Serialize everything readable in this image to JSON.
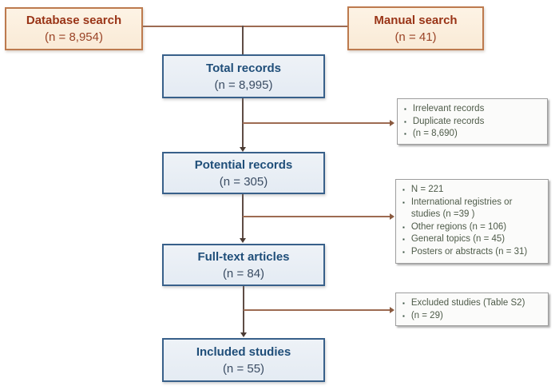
{
  "diagram": {
    "bullet_glyph": "▪",
    "boxes": {
      "database_search": {
        "title": "Database search",
        "count": "(n = 8,954)"
      },
      "manual_search": {
        "title": "Manual search",
        "count": "(n = 41)"
      },
      "total_records": {
        "title": "Total records",
        "count": "(n = 8,995)"
      },
      "potential_records": {
        "title": "Potential records",
        "count": "(n = 305)"
      },
      "full_text_articles": {
        "title": "Full-text articles",
        "count": "(n = 84)"
      },
      "included_studies": {
        "title": "Included studies",
        "count": "(n = 55)"
      }
    },
    "exclusion_boxes": [
      {
        "items": [
          "Irrelevant  records",
          "Duplicate records",
          "(n = 8,690)"
        ]
      },
      {
        "items": [
          "N = 221",
          "International registries or studies (n =39 )",
          "Other regions (n = 106)",
          "General topics (n = 45)",
          "Posters or abstracts (n = 31)"
        ]
      },
      {
        "items": [
          "Excluded studies (Table S2)",
          "(n = 29)"
        ]
      }
    ],
    "colors": {
      "search_box_bg": "#fbeedd",
      "search_box_border": "#bd7a4e",
      "search_text": "#993417",
      "record_box_bg": "#e9eef5",
      "record_box_border": "#38608a",
      "record_title": "#1f4e79",
      "record_count": "#3a4c63",
      "exclusion_box_bg": "#fbfbfa",
      "exclusion_box_border": "#9e9e9e",
      "exclusion_text": "#4e5b49",
      "connector_horizontal": "#9d6b52",
      "connector_vertical": "#5f4c45"
    }
  }
}
